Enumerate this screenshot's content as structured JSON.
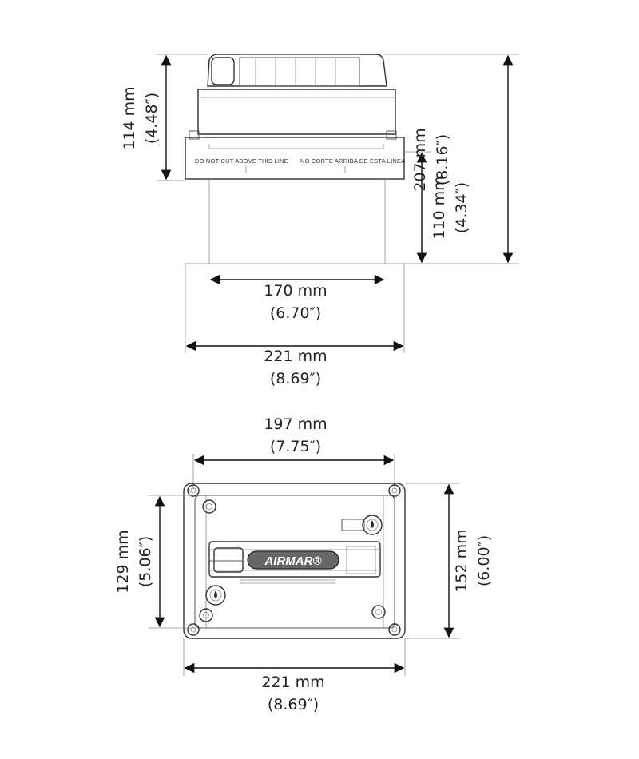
{
  "cut_line": {
    "text_en": "DO  NOT  CUT  ABOVE  THIS  LINE",
    "text_es": "NO  CORTE  ARRIBA  DE  ESTA  LINEA"
  },
  "logo": {
    "text": "AIRMAR®"
  },
  "side_view": {
    "height_upper": {
      "mm": "114 mm",
      "inch": "(4.48″)"
    },
    "height_lower": {
      "mm": "110 mm",
      "inch": "(4.34″)"
    },
    "height_total": {
      "mm": "207 mm",
      "inch": "(8.16″)"
    },
    "width_inner": {
      "mm": "170 mm",
      "inch": "(6.70″)"
    },
    "width_outer": {
      "mm": "221 mm",
      "inch": "(8.69″)"
    }
  },
  "top_view": {
    "width_bolts": {
      "mm": "197 mm",
      "inch": "(7.75″)"
    },
    "height_bolts": {
      "mm": "129 mm",
      "inch": "(5.06″)"
    },
    "height_outer": {
      "mm": "152 mm",
      "inch": "(6.00″)"
    },
    "width_outer": {
      "mm": "221 mm",
      "inch": "(8.69″)"
    }
  },
  "colors": {
    "line": "#555555",
    "arrow": "#111111",
    "logo_bg": "#666666"
  }
}
